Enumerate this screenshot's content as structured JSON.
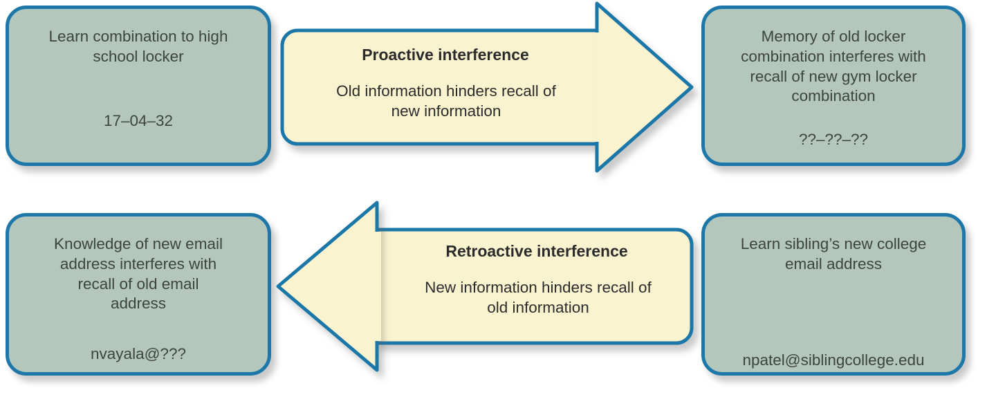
{
  "diagram": {
    "title": "Proactive and retroactive interference",
    "colors": {
      "box_fill": "#b3c7bc",
      "box_border": "#1d77a9",
      "arrow_fill": "#faf3d0",
      "arrow_border": "#1d77a9",
      "text": "#3c443f",
      "background": "#ffffff"
    }
  },
  "boxes": {
    "top_left": {
      "headline": "Learn combination to high\nschool locker",
      "datum": "17–04–32"
    },
    "top_right": {
      "headline": "Memory of old locker\ncombination interferes with\nrecall of new gym locker\ncombination",
      "datum": "??–??–??"
    },
    "bottom_left": {
      "headline": "Knowledge of new email\naddress interferes with\nrecall of old email\naddress",
      "datum": "nvayala@???"
    },
    "bottom_right": {
      "headline": "Learn sibling’s new college\nemail address",
      "datum": "npatel@siblingcollege.edu"
    }
  },
  "arrows": {
    "proactive": {
      "title": "Proactive interference",
      "description": "Old information hinders recall of\nnew information",
      "direction": "right"
    },
    "retroactive": {
      "title": "Retroactive interference",
      "description": "New information hinders recall of\nold information",
      "direction": "left"
    }
  }
}
